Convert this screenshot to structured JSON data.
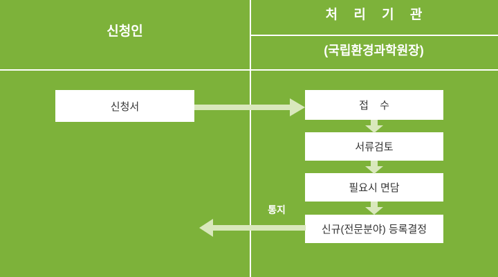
{
  "colors": {
    "background_green": "#7DB23A",
    "divider_white": "#FFFFFF",
    "box_fill": "#FFFFFF",
    "box_text": "#333333",
    "arrow_light_green": "#D9E8BC",
    "header_text": "#FFFFFF"
  },
  "header": {
    "applicant": "신청인",
    "agency": "처 리 기 관",
    "agency_sub": "(국립환경과학원장)"
  },
  "nodes": {
    "application": "신청서",
    "receipt": "접  수",
    "document_review": "서류검토",
    "interview": "필요시 면담",
    "registration": "신규(전문분야) 등록결정"
  },
  "labels": {
    "notification": "통지"
  },
  "icons": {
    "arrow_right": "arrow-right-icon",
    "arrow_down": "arrow-down-icon",
    "arrow_left": "arrow-left-icon"
  }
}
